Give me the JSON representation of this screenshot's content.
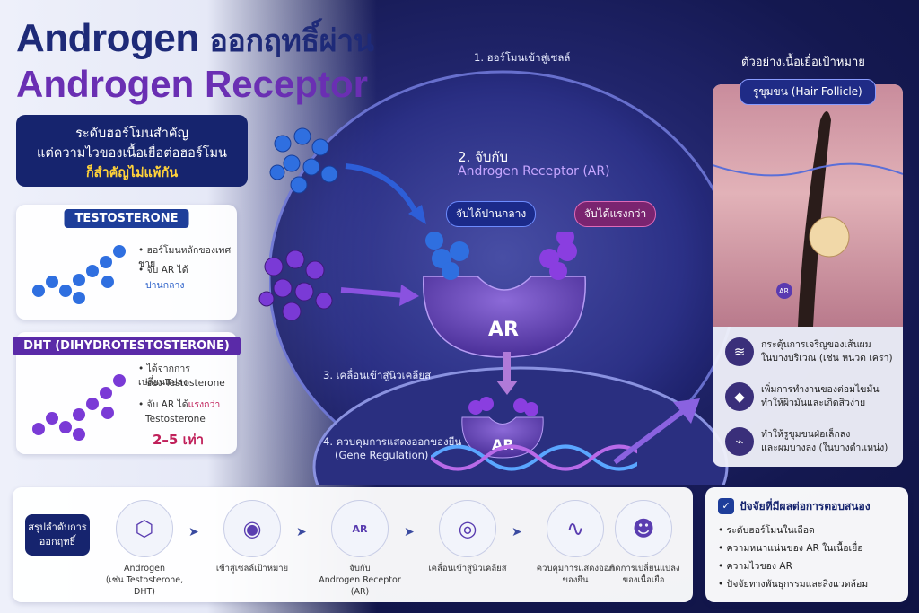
{
  "title": {
    "line1_en": "Androgen",
    "line1_th": "ออกฤทธิ์ผ่าน",
    "line2": "Androgen Receptor"
  },
  "highlight": {
    "line1": "ระดับฮอร์โมนสำคัญ",
    "line2": "แต่ความไวของเนื้อเยื่อต่อฮอร์โมน",
    "line3": "ก็สำคัญไม่แพ้กัน"
  },
  "testosterone_card": {
    "title": "TESTOSTERONE",
    "b1": "ฮอร์โมนหลักของเพศชาย",
    "b2": "จับ AR ได้",
    "b3": "ปานกลาง"
  },
  "dht_card": {
    "title": "DHT (DIHYDROTESTOSTERONE)",
    "b1a": "ได้จากการเปลี่ยนแปลง",
    "b1b": "ของ Testosterone",
    "b2a": "จับ AR ได้",
    "b2b": "แรงกว่า",
    "b2c": "Testosterone",
    "ratio": "2–5 เท่า"
  },
  "steps": {
    "s1": "1. ฮอร์โมนเข้าสู่เซลล์",
    "s2a": "2. จับกับ",
    "s2b": "Androgen Receptor (AR)",
    "moderate": "จับได้ปานกลาง",
    "stronger": "จับได้แรงกว่า",
    "ar": "AR",
    "ar2": "AR",
    "s3": "3. เคลื่อนเข้าสู่นิวเคลียส",
    "s4a": "4. ควบคุมการแสดงออกของยีน",
    "s4b": "(Gene Regulation)"
  },
  "right_panel": {
    "heading": "ตัวอย่างเนื้อเยื่อเป้าหมาย",
    "tag": "รูขุมขน (Hair Follicle)",
    "small_ar": "AR",
    "items": [
      {
        "icon": "hair-icon",
        "l1": "กระตุ้นการเจริญของเส้นผม",
        "l2": "ในบางบริเวณ (เช่น หนวด เครา)"
      },
      {
        "icon": "oil-drop-icon",
        "l1": "เพิ่มการทำงานของต่อมไขมัน",
        "l2": "ทำให้ผิวมันและเกิดสิวง่าย"
      },
      {
        "icon": "follicle-icon",
        "l1": "ทำให้รูขุมขนฝ่อเล็กลง",
        "l2": "และผมบางลง (ในบางตำแหน่ง)"
      }
    ]
  },
  "summary": {
    "label": "สรุปลำดับการออกฤทธิ์",
    "steps": [
      {
        "icon": "molecule-icon",
        "l1": "Androgen",
        "l2": "(เช่น Testosterone, DHT)"
      },
      {
        "icon": "cell-icon",
        "l1": "เข้าสู่เซลล์เป้าหมาย",
        "l2": ""
      },
      {
        "icon": "receptor-icon",
        "l1": "จับกับ",
        "l2": "Androgen Receptor (AR)"
      },
      {
        "icon": "nucleus-icon",
        "l1": "เคลื่อนเข้าสู่นิวเคลียส",
        "l2": ""
      },
      {
        "icon": "dna-icon",
        "l1": "ควบคุมการแสดงออก",
        "l2": "ของยีน"
      },
      {
        "icon": "person-icon",
        "l1": "เกิดการเปลี่ยนแปลง",
        "l2": "ของเนื้อเยื่อ"
      }
    ],
    "ar_icon_label": "AR"
  },
  "factors": {
    "title": "ปัจจัยที่มีผลต่อการตอบสนอง",
    "items": [
      "ระดับฮอร์โมนในเลือด",
      "ความหนาแน่นของ AR ในเนื้อเยื่อ",
      "ความไวของ AR",
      "ปัจจัยทางพันธุกรรมและสิ่งแวดล้อม"
    ]
  },
  "colors": {
    "navy": "#16246e",
    "purple": "#6a2fb3",
    "blue": "#2a5fc8",
    "accent_red": "#c0205a"
  }
}
